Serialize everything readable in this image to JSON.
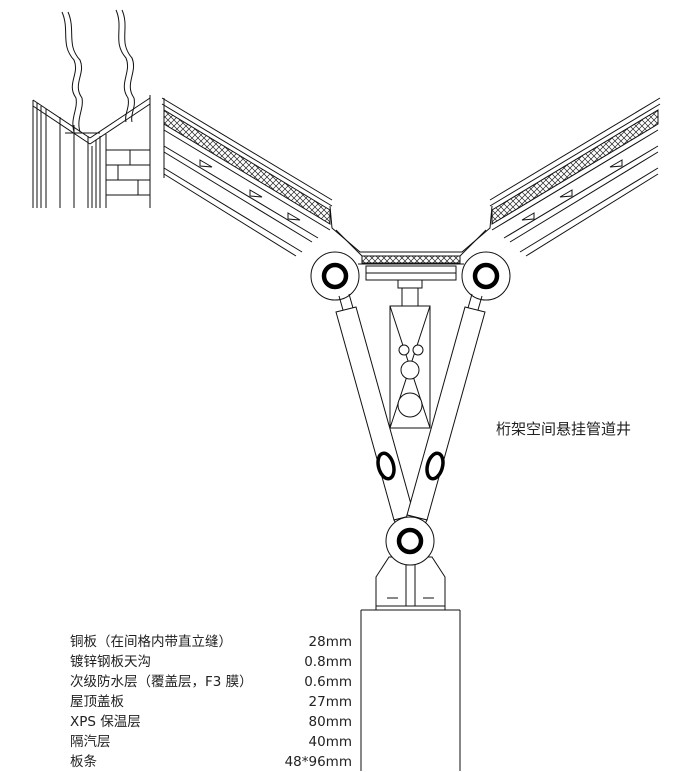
{
  "diagram": {
    "caption": "桁架空间悬挂管道井",
    "layers": [
      {
        "name": "铜板（在间格内带直立缝）",
        "value": "28mm"
      },
      {
        "name": "镀锌钢板天沟",
        "value": "0.8mm"
      },
      {
        "name": "次级防水层（覆盖层，F3 膜）",
        "value": "0.6mm"
      },
      {
        "name": "屋顶盖板",
        "value": "27mm"
      },
      {
        "name": "XPS 保温层",
        "value": "80mm"
      },
      {
        "name": "隔汽层",
        "value": "40mm"
      },
      {
        "name": "板条",
        "value": "48*96mm"
      }
    ]
  }
}
